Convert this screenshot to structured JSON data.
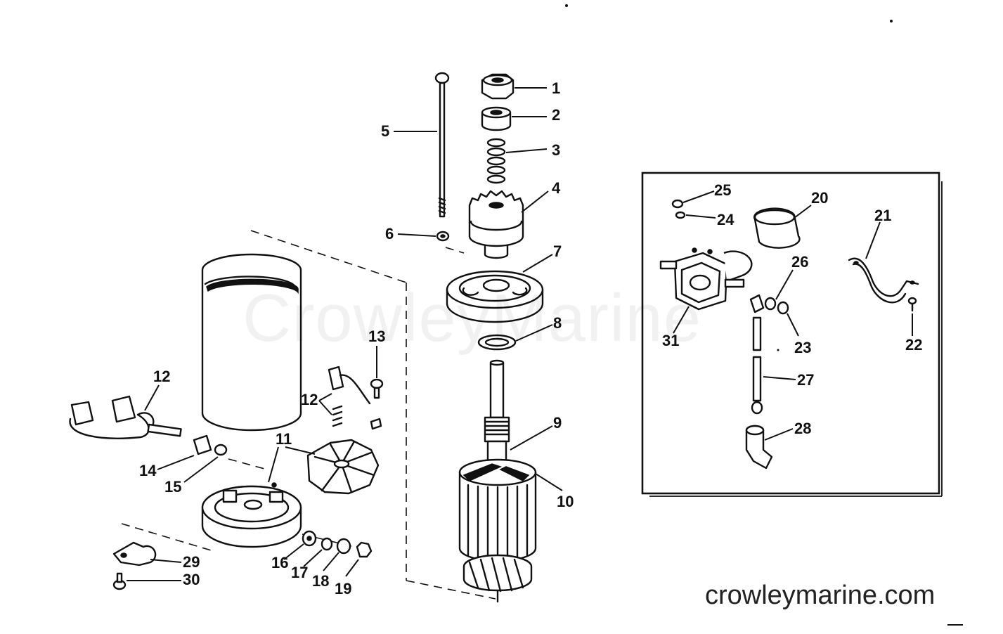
{
  "watermark": "CrowleyMarine",
  "site": "crowleymarine.com",
  "labels": {
    "p1": "1",
    "p2": "2",
    "p3": "3",
    "p4": "4",
    "p5": "5",
    "p6": "6",
    "p7": "7",
    "p8": "8",
    "p9": "9",
    "p10": "10",
    "p11": "11",
    "p12a": "12",
    "p12b": "12",
    "p13": "13",
    "p14": "14",
    "p15": "15",
    "p16": "16",
    "p17": "17",
    "p18": "18",
    "p19": "19",
    "p20": "20",
    "p21": "21",
    "p22": "22",
    "p23": "23",
    "p24": "24",
    "p25": "25",
    "p26": "26",
    "p27": "27",
    "p28": "28",
    "p29": "29",
    "p30": "30",
    "p31": "31"
  }
}
